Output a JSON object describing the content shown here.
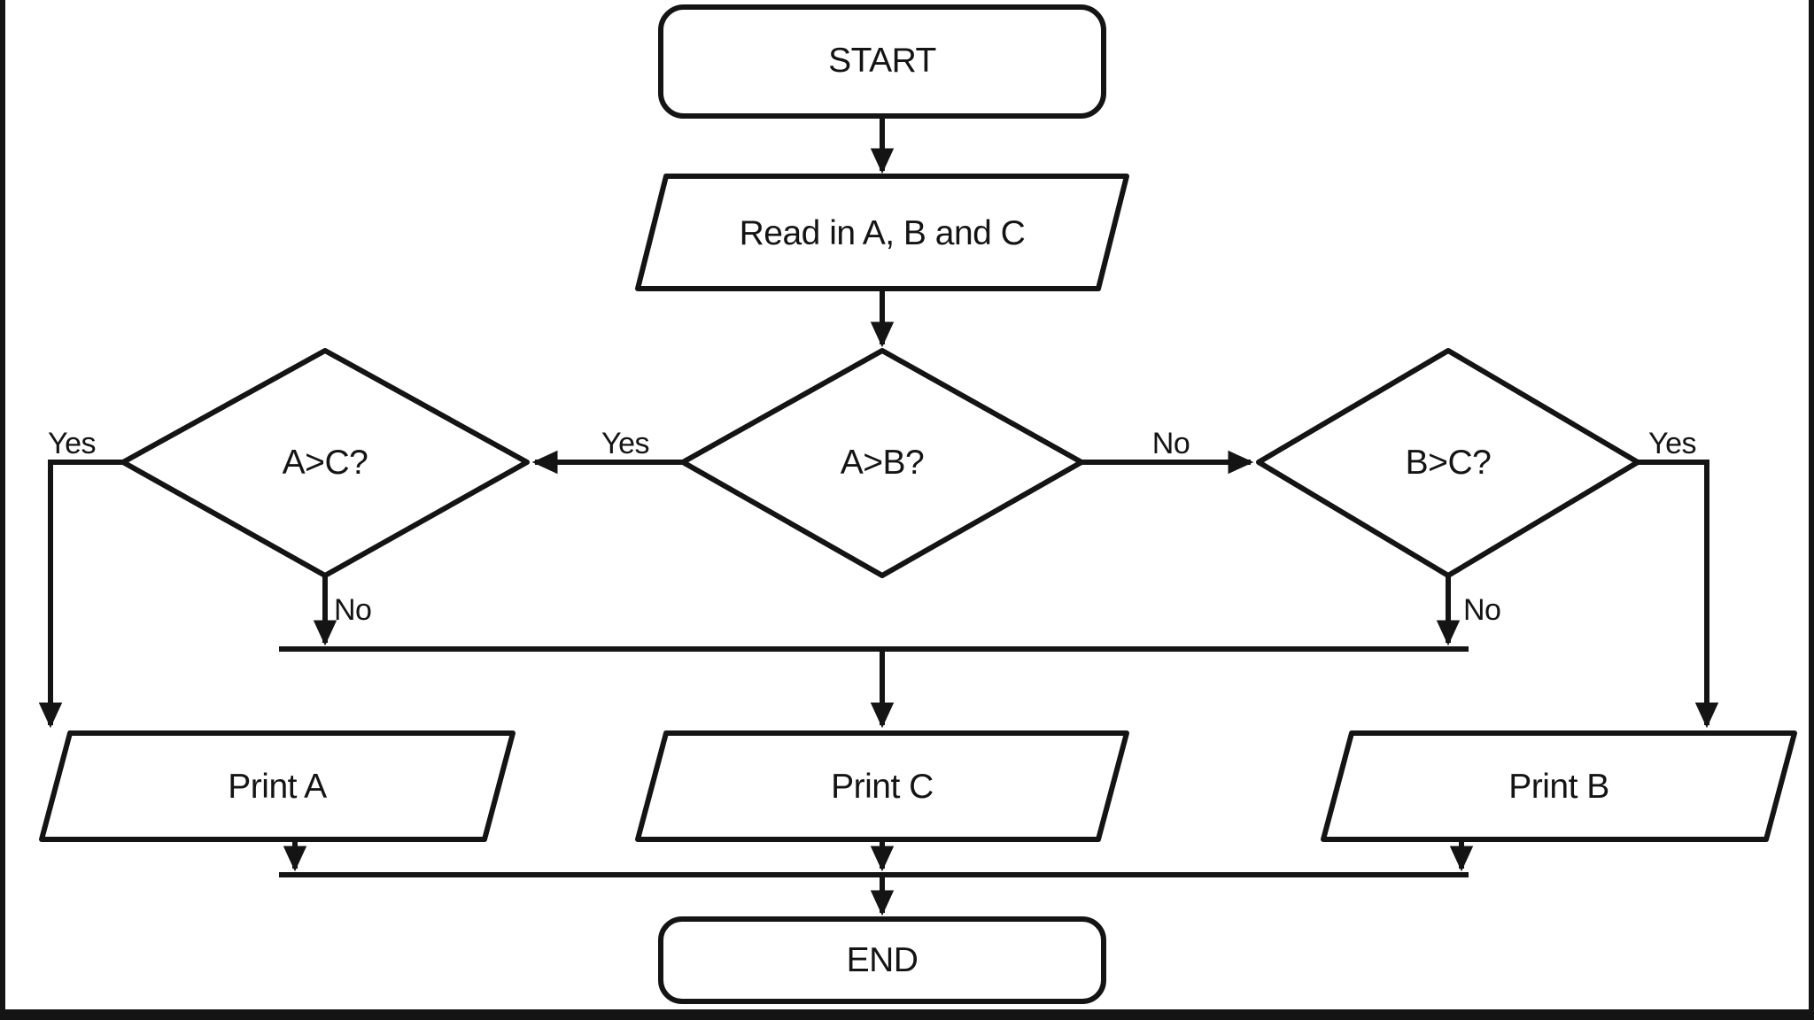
{
  "page": {
    "background": "#ffffff",
    "line_color": "#141414",
    "text_color": "#141414"
  },
  "flowchart": {
    "nodes": {
      "start": {
        "label": "START",
        "type": "terminator"
      },
      "read": {
        "label": "Read in A, B and C",
        "type": "input-output"
      },
      "a_gt_b": {
        "label": "A>B?",
        "type": "decision"
      },
      "a_gt_c": {
        "label": "A>C?",
        "type": "decision"
      },
      "b_gt_c": {
        "label": "B>C?",
        "type": "decision"
      },
      "print_a": {
        "label": "Print A",
        "type": "input-output"
      },
      "print_c": {
        "label": "Print C",
        "type": "input-output"
      },
      "print_b": {
        "label": "Print B",
        "type": "input-output"
      },
      "end": {
        "label": "END",
        "type": "terminator"
      }
    },
    "edge_labels": {
      "a_gt_b_yes": "Yes",
      "a_gt_b_no": "No",
      "a_gt_c_yes": "Yes",
      "a_gt_c_no": "No",
      "b_gt_c_yes": "Yes",
      "b_gt_c_no": "No"
    }
  }
}
